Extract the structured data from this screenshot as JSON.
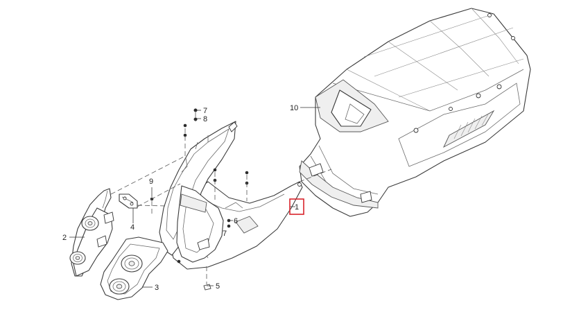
{
  "callouts": [
    {
      "id": "c1",
      "label": "1"
    },
    {
      "id": "c2",
      "label": "2"
    },
    {
      "id": "c3",
      "label": "3"
    },
    {
      "id": "c4",
      "label": "4"
    },
    {
      "id": "c5",
      "label": "5"
    },
    {
      "id": "c6",
      "label": "6"
    },
    {
      "id": "c7a",
      "label": "7"
    },
    {
      "id": "c7b",
      "label": "7"
    },
    {
      "id": "c8",
      "label": "8"
    },
    {
      "id": "c9",
      "label": "9"
    },
    {
      "id": "c10",
      "label": "10"
    }
  ],
  "highlight": {
    "callout": "1",
    "color": "#d9232b"
  }
}
